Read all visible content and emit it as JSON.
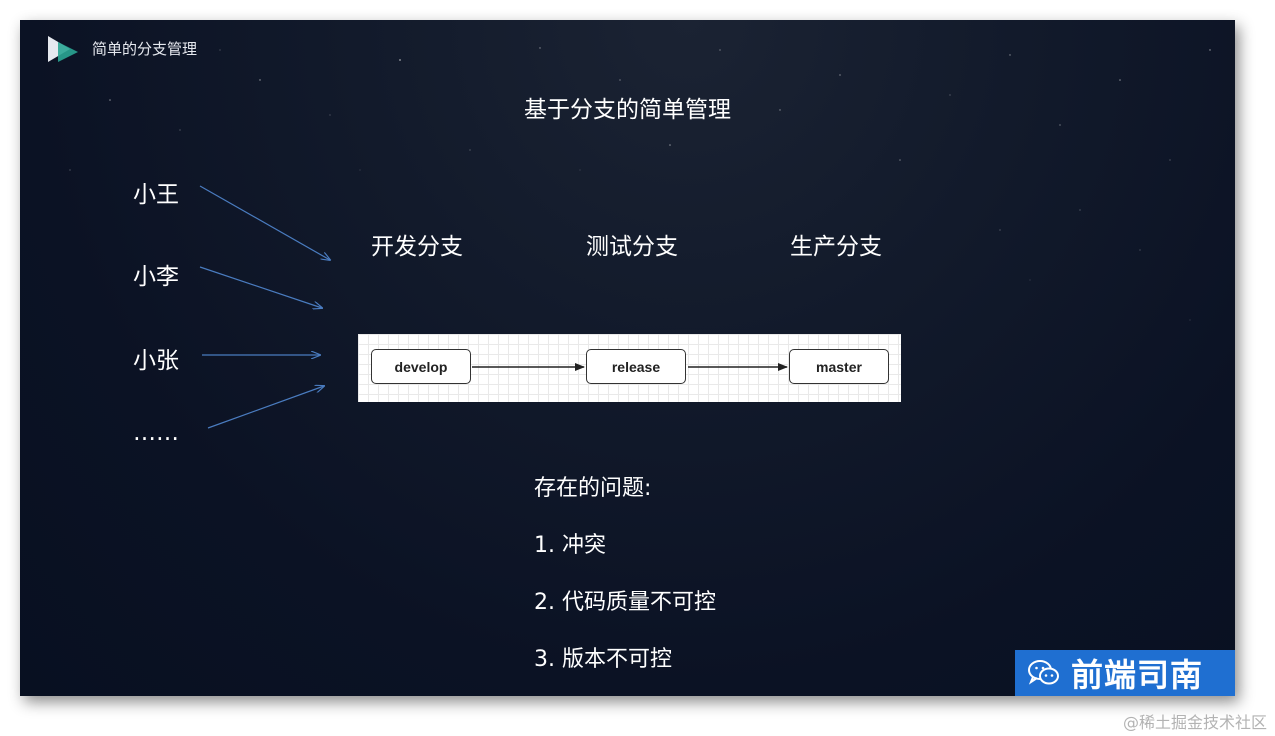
{
  "slide": {
    "label": "简单的分支管理",
    "title": "基于分支的简单管理"
  },
  "people": [
    "小王",
    "小李",
    "小张",
    "……"
  ],
  "columns": {
    "dev": "开发分支",
    "test": "测试分支",
    "prod": "生产分支"
  },
  "branches": [
    "develop",
    "release",
    "master"
  ],
  "problems": {
    "title": "存在的问题:",
    "items": [
      "1. 冲突",
      "2. 代码质量不可控",
      "3. 版本不可控"
    ]
  },
  "brand": {
    "name": "前端司南",
    "icon": "wechat-icon",
    "color": "#1f6fd1"
  },
  "watermark": "@稀土掘金技术社区",
  "colors": {
    "arrow": "#4a7cc0"
  }
}
